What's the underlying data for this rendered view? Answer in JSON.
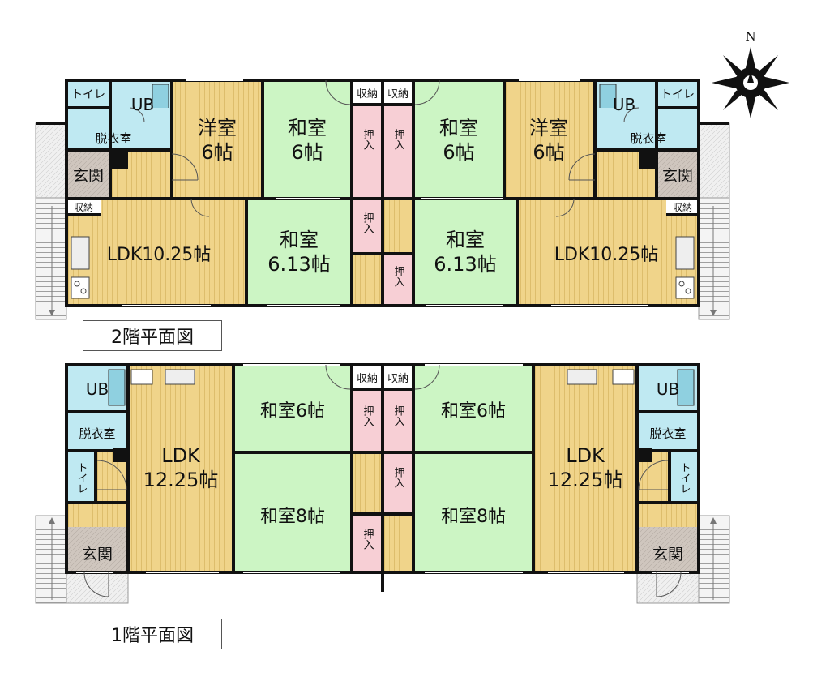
{
  "compass": {
    "north_label": "N"
  },
  "floor2": {
    "caption": "2階平面図",
    "rooms": {
      "toilet_l": "トイレ",
      "ub_l": "UB",
      "dressing_l": "脱衣室",
      "entrance_l": "玄関",
      "storage_l": "収納",
      "youshitsu_l_name": "洋室",
      "youshitsu_l_size": "6帖",
      "washitsu_tl_name": "和室",
      "washitsu_tl_size": "6帖",
      "storage_cl": "収納",
      "storage_cr": "収納",
      "oshiire_1": "押入",
      "oshiire_2": "押入",
      "oshiire_3": "押入",
      "oshiire_4": "押入",
      "washitsu_tr_name": "和室",
      "washitsu_tr_size": "6帖",
      "youshitsu_r_name": "洋室",
      "youshitsu_r_size": "6帖",
      "ub_r": "UB",
      "toilet_r": "トイレ",
      "dressing_r": "脱衣室",
      "entrance_r": "玄関",
      "storage_r": "収納",
      "ldk_l": "LDK10.25帖",
      "washitsu_bl_name": "和室",
      "washitsu_bl_size": "6.13帖",
      "washitsu_br_name": "和室",
      "washitsu_br_size": "6.13帖",
      "ldk_r": "LDK10.25帖"
    }
  },
  "floor1": {
    "caption": "1階平面図",
    "rooms": {
      "ub_l": "UB",
      "dressing_l": "脱衣室",
      "toilet_l": "トイレ",
      "entrance_l": "玄関",
      "ldk_l_name": "LDK",
      "ldk_l_size": "12.25帖",
      "washitsu_tl": "和室6帖",
      "washitsu_tr": "和室6帖",
      "storage_cl": "収納",
      "storage_cr": "収納",
      "oshiire_1": "押入",
      "oshiire_2": "押入",
      "oshiire_3": "押入",
      "oshiire_4": "押入",
      "washitsu_bl": "和室8帖",
      "washitsu_br": "和室8帖",
      "ldk_r_name": "LDK",
      "ldk_r_size": "12.25帖",
      "ub_r": "UB",
      "dressing_r": "脱衣室",
      "toilet_r": "トイレ",
      "entrance_r": "玄関"
    }
  },
  "colors": {
    "washitsu": "#ccf5c4",
    "youshitsu": "#f0d48a",
    "wet": "#bfe9f2",
    "oshiire": "#f7cfd5",
    "entrance": "#cfc6be",
    "wall": "#111111",
    "outdoor": "#eeeeee"
  }
}
